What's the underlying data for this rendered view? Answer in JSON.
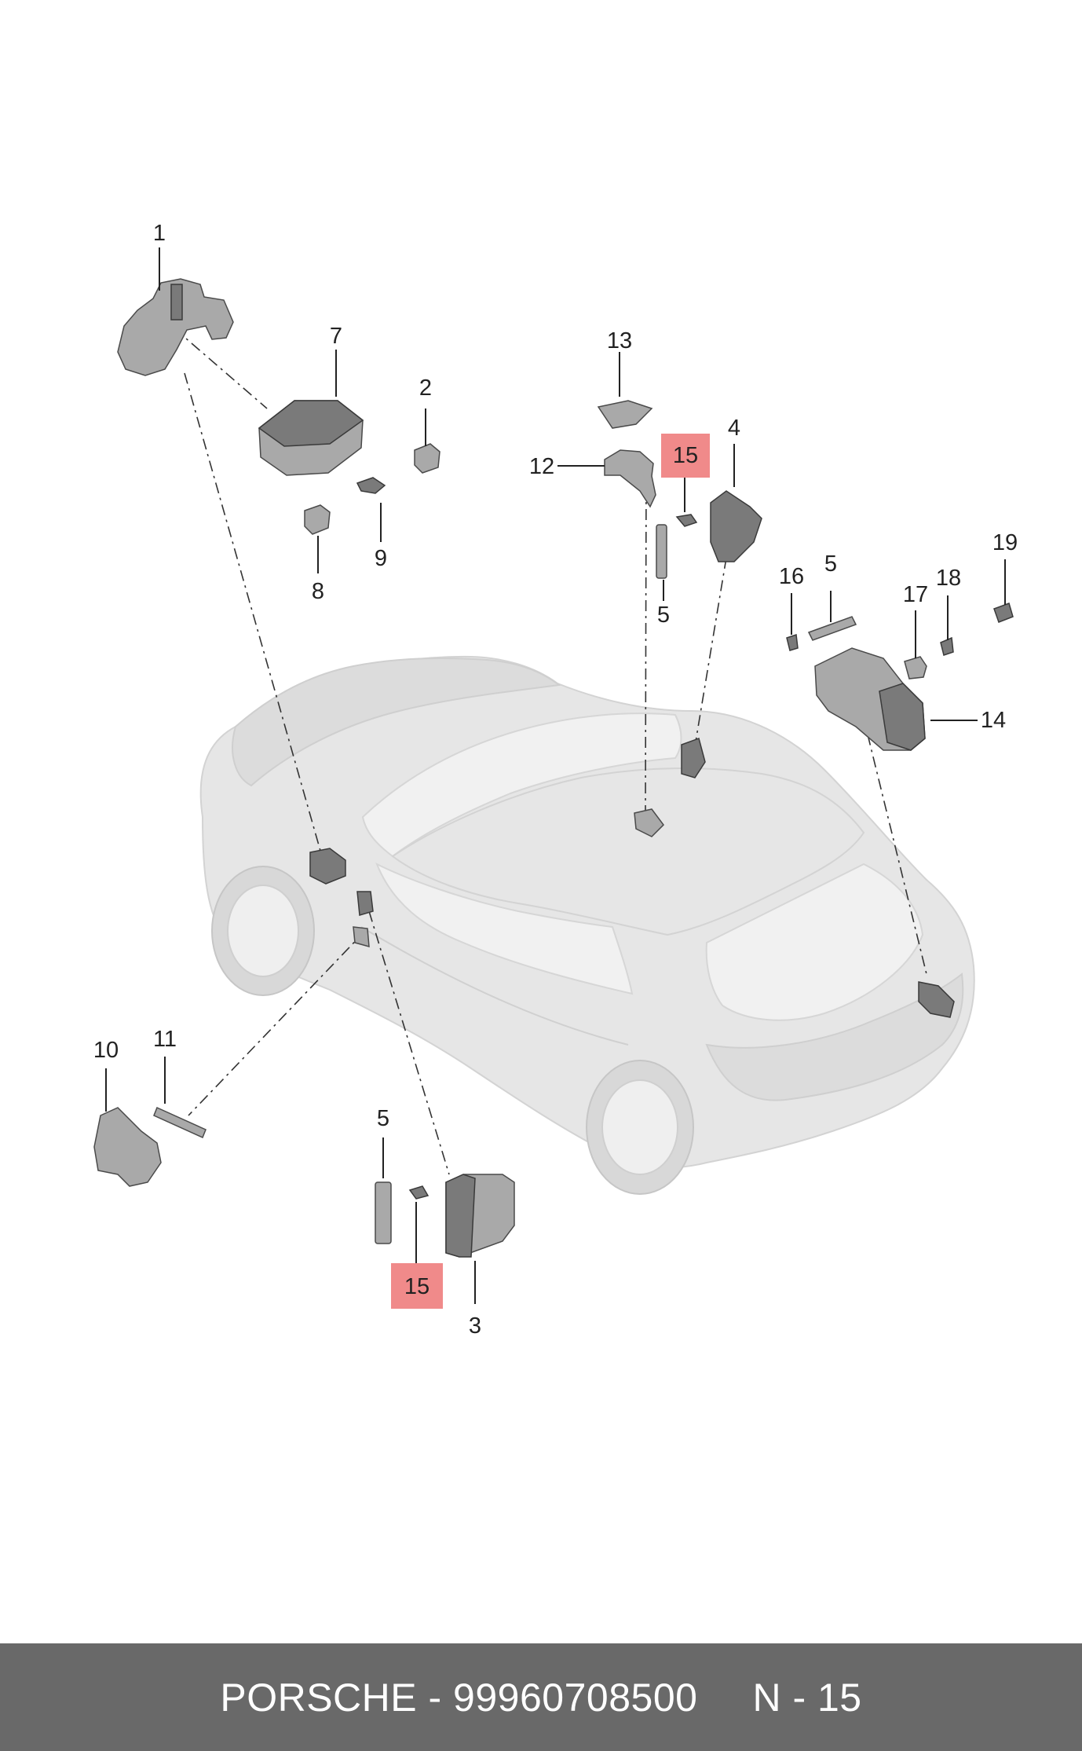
{
  "callouts": [
    {
      "id": "1",
      "label": "1",
      "highlighted": false
    },
    {
      "id": "2",
      "label": "2",
      "highlighted": false
    },
    {
      "id": "3",
      "label": "3",
      "highlighted": false
    },
    {
      "id": "4",
      "label": "4",
      "highlighted": false
    },
    {
      "id": "5a",
      "label": "5",
      "highlighted": false
    },
    {
      "id": "5b",
      "label": "5",
      "highlighted": false
    },
    {
      "id": "5c",
      "label": "5",
      "highlighted": false
    },
    {
      "id": "7",
      "label": "7",
      "highlighted": false
    },
    {
      "id": "8",
      "label": "8",
      "highlighted": false
    },
    {
      "id": "9",
      "label": "9",
      "highlighted": false
    },
    {
      "id": "10",
      "label": "10",
      "highlighted": false
    },
    {
      "id": "11",
      "label": "11",
      "highlighted": false
    },
    {
      "id": "12",
      "label": "12",
      "highlighted": false
    },
    {
      "id": "13",
      "label": "13",
      "highlighted": false
    },
    {
      "id": "14",
      "label": "14",
      "highlighted": false
    },
    {
      "id": "15a",
      "label": "15",
      "highlighted": true
    },
    {
      "id": "15b",
      "label": "15",
      "highlighted": true
    },
    {
      "id": "16",
      "label": "16",
      "highlighted": false
    },
    {
      "id": "17",
      "label": "17",
      "highlighted": false
    },
    {
      "id": "18",
      "label": "18",
      "highlighted": false
    },
    {
      "id": "19",
      "label": "19",
      "highlighted": false
    }
  ],
  "colors": {
    "highlight": "#f08a8a",
    "footer_bg": "#696969",
    "footer_text": "#ffffff"
  },
  "footer": {
    "part_text": "PORSCHE - 99960708500",
    "ref_text": "N - 15"
  }
}
